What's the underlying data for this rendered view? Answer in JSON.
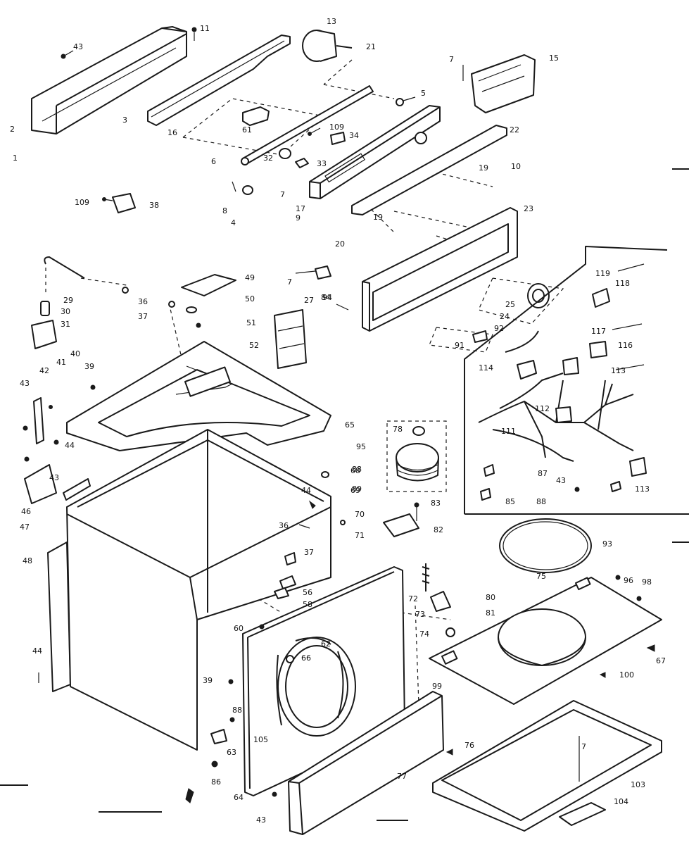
{
  "parts": [
    {
      "n": "1"
    },
    {
      "n": "2"
    },
    {
      "n": "3"
    },
    {
      "n": "4"
    },
    {
      "n": "5"
    },
    {
      "n": "6"
    },
    {
      "n": "7"
    },
    {
      "n": "8"
    },
    {
      "n": "9"
    },
    {
      "n": "10"
    },
    {
      "n": "11"
    },
    {
      "n": "13"
    },
    {
      "n": "15"
    },
    {
      "n": "16"
    },
    {
      "n": "17"
    },
    {
      "n": "19"
    },
    {
      "n": "20"
    },
    {
      "n": "21"
    },
    {
      "n": "22"
    },
    {
      "n": "23"
    },
    {
      "n": "24"
    },
    {
      "n": "25"
    },
    {
      "n": "27"
    },
    {
      "n": "29"
    },
    {
      "n": "30"
    },
    {
      "n": "31"
    },
    {
      "n": "32"
    },
    {
      "n": "33"
    },
    {
      "n": "34"
    },
    {
      "n": "36"
    },
    {
      "n": "37"
    },
    {
      "n": "38"
    },
    {
      "n": "39"
    },
    {
      "n": "40"
    },
    {
      "n": "41"
    },
    {
      "n": "42"
    },
    {
      "n": "43"
    },
    {
      "n": "44"
    },
    {
      "n": "46"
    },
    {
      "n": "47"
    },
    {
      "n": "48"
    },
    {
      "n": "49"
    },
    {
      "n": "50"
    },
    {
      "n": "51"
    },
    {
      "n": "52"
    },
    {
      "n": "56"
    },
    {
      "n": "58"
    },
    {
      "n": "60"
    },
    {
      "n": "61"
    },
    {
      "n": "62"
    },
    {
      "n": "63"
    },
    {
      "n": "64"
    },
    {
      "n": "65"
    },
    {
      "n": "66"
    },
    {
      "n": "67"
    },
    {
      "n": "68"
    },
    {
      "n": "69"
    },
    {
      "n": "70"
    },
    {
      "n": "71"
    },
    {
      "n": "72"
    },
    {
      "n": "73"
    },
    {
      "n": "74"
    },
    {
      "n": "75"
    },
    {
      "n": "76"
    },
    {
      "n": "77"
    },
    {
      "n": "78"
    },
    {
      "n": "80"
    },
    {
      "n": "81"
    },
    {
      "n": "82"
    },
    {
      "n": "83"
    },
    {
      "n": "84"
    },
    {
      "n": "85"
    },
    {
      "n": "86"
    },
    {
      "n": "87"
    },
    {
      "n": "88"
    },
    {
      "n": "89"
    },
    {
      "n": "91"
    },
    {
      "n": "92"
    },
    {
      "n": "93"
    },
    {
      "n": "94"
    },
    {
      "n": "95"
    },
    {
      "n": "96"
    },
    {
      "n": "98"
    },
    {
      "n": "99"
    },
    {
      "n": "100"
    },
    {
      "n": "103"
    },
    {
      "n": "104"
    },
    {
      "n": "105"
    },
    {
      "n": "109"
    },
    {
      "n": "111"
    },
    {
      "n": "112"
    },
    {
      "n": "113"
    },
    {
      "n": "114"
    },
    {
      "n": "116"
    },
    {
      "n": "117"
    },
    {
      "n": "118"
    },
    {
      "n": "119"
    }
  ]
}
